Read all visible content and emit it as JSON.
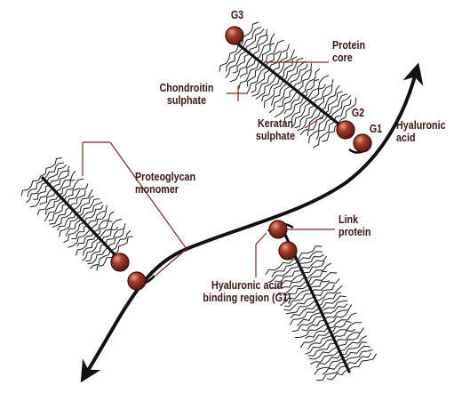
{
  "labels": {
    "g3": "G3",
    "g2": "G2",
    "g1": "G1",
    "protein_core": "Protein\ncore",
    "chondroitin_sulphate": "Chondroitin\nsulphate",
    "keratan_sulphate": "Keratan\nsulphate",
    "hyaluronic_acid": "Hyaluronic\nacid",
    "proteoglycan_monomer": "Proteoglycan\nmonomer",
    "link_protein": "Link\nprotein",
    "hyaluronic_acid_binding_region": "Hyaluronic acid\nbinding region (G1)"
  },
  "colors": {
    "ink": "#111111",
    "label_text": "#3a1410",
    "leader_line": "#7a2a22",
    "globule_fill": "#8a2e22",
    "globule_highlight": "#d98a70"
  },
  "icons": {
    "globular_domain": "dark-red-sphere",
    "axis_arrow": "arrowhead"
  }
}
